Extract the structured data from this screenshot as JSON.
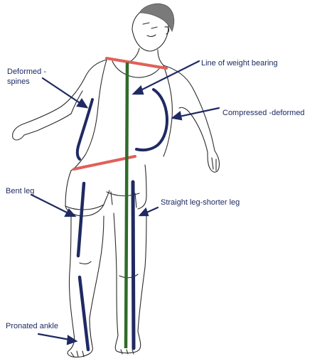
{
  "labels": {
    "deformed_spines_line1": "Deformed -",
    "deformed_spines_line2": "spines",
    "line_of_weight_bearing": "Line of weight bearing",
    "compressed_deformed": "Compressed -deformed",
    "bent_leg": "Bent leg",
    "straight_leg": "Straight leg-shorter leg",
    "pronated_ankle": "Pronated ankle"
  },
  "colors": {
    "outline": "#2b2b2b",
    "hair": "#7a7a7a",
    "navy": "#1f2a63",
    "weight_line": "#2f6b2a",
    "tilt_bar": "#e0605a",
    "label_text": "#1f2a63"
  }
}
